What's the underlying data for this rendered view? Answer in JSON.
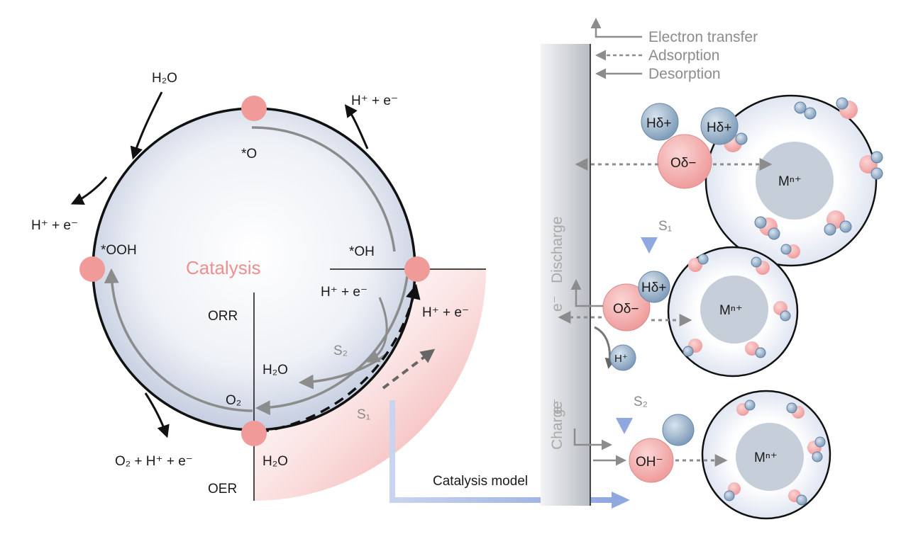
{
  "colors": {
    "accent_pink": "#f19a9a",
    "atom_blue": "#7f9db9",
    "flow_arrow_blue": "#8fa8e0",
    "core_grey": "#c6ceda",
    "electrode_grey": "#c8cbce",
    "text_grey": "#8c8c8c"
  },
  "left_cycle": {
    "h2o_top": "H₂O",
    "h_e_top": "H⁺ + e⁻",
    "o_star": "*O",
    "h_e_left": "H⁺ + e⁻",
    "ooh_star": "*OOH",
    "catalysis": "Catalysis",
    "oh_star": "*OH",
    "h_e_inner": "H⁺ + e⁻",
    "orr": "ORR",
    "h_e_right": "H⁺ + e⁻",
    "s2": "S₂",
    "h2o_inner": "H₂O",
    "o2_inner": "O₂",
    "s1": "S₁",
    "o2_he_bottom": "O₂ + H⁺ + e⁻",
    "h2o_bottom": "H₂O",
    "oer": "OER"
  },
  "legend": {
    "electron_transfer": "Electron transfer",
    "adsorption": "Adsorption",
    "desorption": "Desorption"
  },
  "electrode": {
    "discharge": "Discharge",
    "charge": "Charge",
    "e_discharge": "e⁻",
    "e_charge": "e⁻"
  },
  "particles": {
    "top": {
      "h_left": "Hδ+",
      "h_right": "Hδ+",
      "o": "Oδ−",
      "core": "Mⁿ⁺"
    },
    "mid": {
      "h": "Hδ+",
      "o": "Oδ−",
      "core": "Mⁿ⁺",
      "h_plus": "H⁺"
    },
    "bottom": {
      "oh": "OH⁻",
      "core": "Mⁿ⁺"
    }
  },
  "steps": {
    "s1": "S₁",
    "s2": "S₂"
  },
  "catalysis_model": "Catalysis model",
  "icons": [
    "arrow-icon",
    "molecule-icon",
    "particle-icon"
  ]
}
